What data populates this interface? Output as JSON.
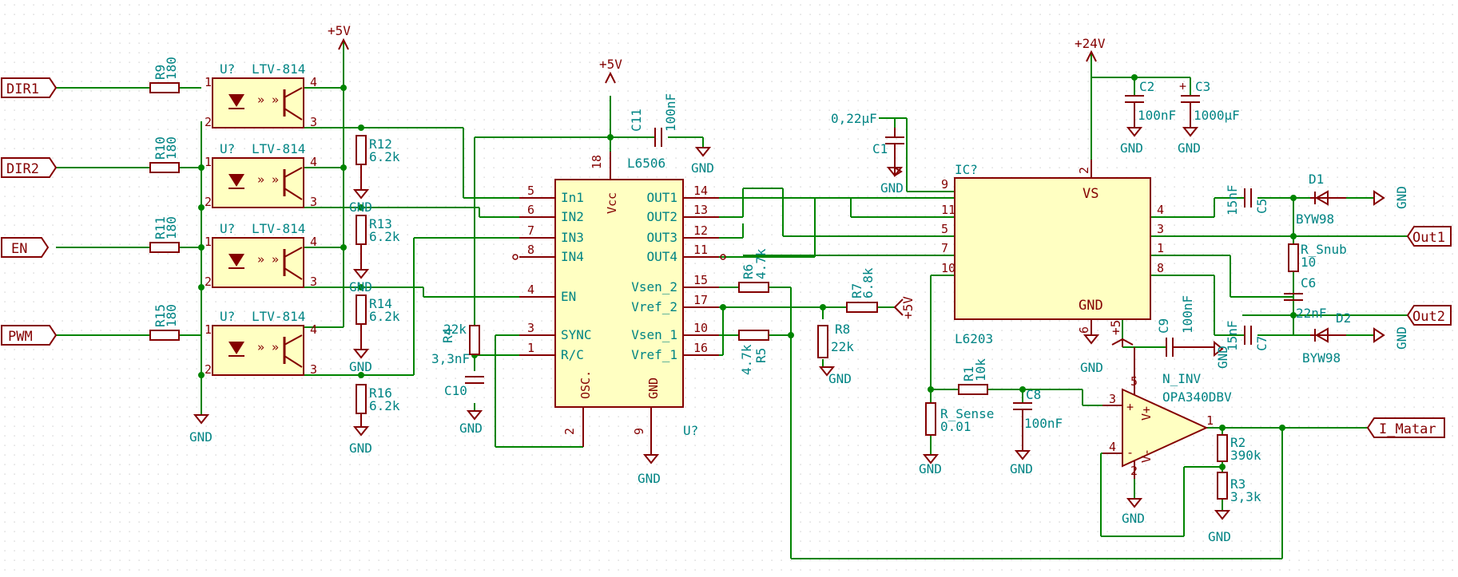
{
  "power": {
    "v5": "+5V",
    "v24": "+24V",
    "gnd": "GND"
  },
  "ports": {
    "dir1": "DIR1",
    "dir2": "DIR2",
    "en": "EN",
    "pwm": "PWM",
    "out1": "Out1",
    "out2": "Out2",
    "i_motor": "I_Matar"
  },
  "optos": {
    "ref": "U?",
    "value": "LTV-814",
    "pins": [
      "1",
      "2",
      "3",
      "4"
    ]
  },
  "resistors": {
    "r9": {
      "ref": "R9",
      "value": "180"
    },
    "r10": {
      "ref": "R10",
      "value": "180"
    },
    "r11": {
      "ref": "R11",
      "value": "180"
    },
    "r15": {
      "ref": "R15",
      "value": "180"
    },
    "r12": {
      "ref": "R12",
      "value": "6.2k"
    },
    "r13": {
      "ref": "R13",
      "value": "6.2k"
    },
    "r14": {
      "ref": "R14",
      "value": "6.2k"
    },
    "r16": {
      "ref": "R16",
      "value": "6.2k"
    },
    "r4": {
      "ref": "R4",
      "value": "22k"
    },
    "r6": {
      "ref": "R6",
      "value": "4.7k"
    },
    "r5": {
      "ref": "R5",
      "value": "4.7k"
    },
    "r7": {
      "ref": "R7",
      "value": "6.8k"
    },
    "r8": {
      "ref": "R8",
      "value": "22k"
    },
    "r1": {
      "ref": "R1",
      "value": "10k"
    },
    "r_sense": {
      "ref": "R_Sense",
      "value": "0.01"
    },
    "r2": {
      "ref": "R2",
      "value": "390k"
    },
    "r3": {
      "ref": "R3",
      "value": "3,3k"
    },
    "r_snub": {
      "ref": "R_Snub",
      "value": "10"
    }
  },
  "capacitors": {
    "c11": {
      "ref": "C11",
      "value": "100nF"
    },
    "c10": {
      "ref": "C10",
      "value": "3,3nF"
    },
    "c1": {
      "ref": "C1",
      "value": "0,22µF"
    },
    "c2": {
      "ref": "C2",
      "value": "100nF"
    },
    "c3": {
      "ref": "C3",
      "value": "1000µF"
    },
    "c5": {
      "ref": "C5",
      "value": "15nF"
    },
    "c6": {
      "ref": "C6",
      "value": "22nF"
    },
    "c7": {
      "ref": "C7",
      "value": "15nF"
    },
    "c8": {
      "ref": "C8",
      "value": "100nF"
    },
    "c9": {
      "ref": "C9",
      "value": "100nF"
    }
  },
  "diodes": {
    "d1": {
      "ref": "D1",
      "value": "BYW98"
    },
    "d2": {
      "ref": "D2",
      "value": "BYW98"
    }
  },
  "l6506": {
    "value": "L6506",
    "ref": "U?",
    "vcc": "Vcc",
    "gnd": "GND",
    "osc": "OSC.",
    "left_pins": [
      {
        "num": "5",
        "name": "In1"
      },
      {
        "num": "6",
        "name": "IN2"
      },
      {
        "num": "7",
        "name": "IN3"
      },
      {
        "num": "8",
        "name": "IN4"
      },
      {
        "num": "4",
        "name": "EN"
      },
      {
        "num": "3",
        "name": "SYNC"
      },
      {
        "num": "1",
        "name": "R/C"
      }
    ],
    "right_pins": [
      {
        "num": "14",
        "name": "OUT1"
      },
      {
        "num": "13",
        "name": "OUT2"
      },
      {
        "num": "12",
        "name": "OUT3"
      },
      {
        "num": "11",
        "name": "OUT4"
      },
      {
        "num": "15",
        "name": "Vsen_2"
      },
      {
        "num": "17",
        "name": "Vref_2"
      },
      {
        "num": "10",
        "name": "Vsen_1"
      },
      {
        "num": "16",
        "name": "Vref_1"
      }
    ],
    "pin_vcc": "18",
    "pin_osc": "2",
    "pin_gnd": "9"
  },
  "l6203": {
    "ref": "IC?",
    "value": "L6203",
    "vs": "VS",
    "gnd": "GND",
    "pins_left": [
      "9",
      "11",
      "5",
      "7",
      "10"
    ],
    "pins_right": [
      "4",
      "3",
      "1",
      "8"
    ],
    "pin_vs": "2",
    "pin_gnd": "6"
  },
  "opamp": {
    "ref": "N_INV",
    "value": "OPA340DBV",
    "vplus": "V+",
    "vminus": "V-",
    "plus": "+",
    "minus": "-",
    "pins": {
      "in_p": "3",
      "in_m": "4",
      "out": "1",
      "vp": "5",
      "vm": "2"
    }
  },
  "colors": {
    "wire": "#008400",
    "body": "#840000",
    "fill": "#ffffc2",
    "text": "#008484"
  }
}
